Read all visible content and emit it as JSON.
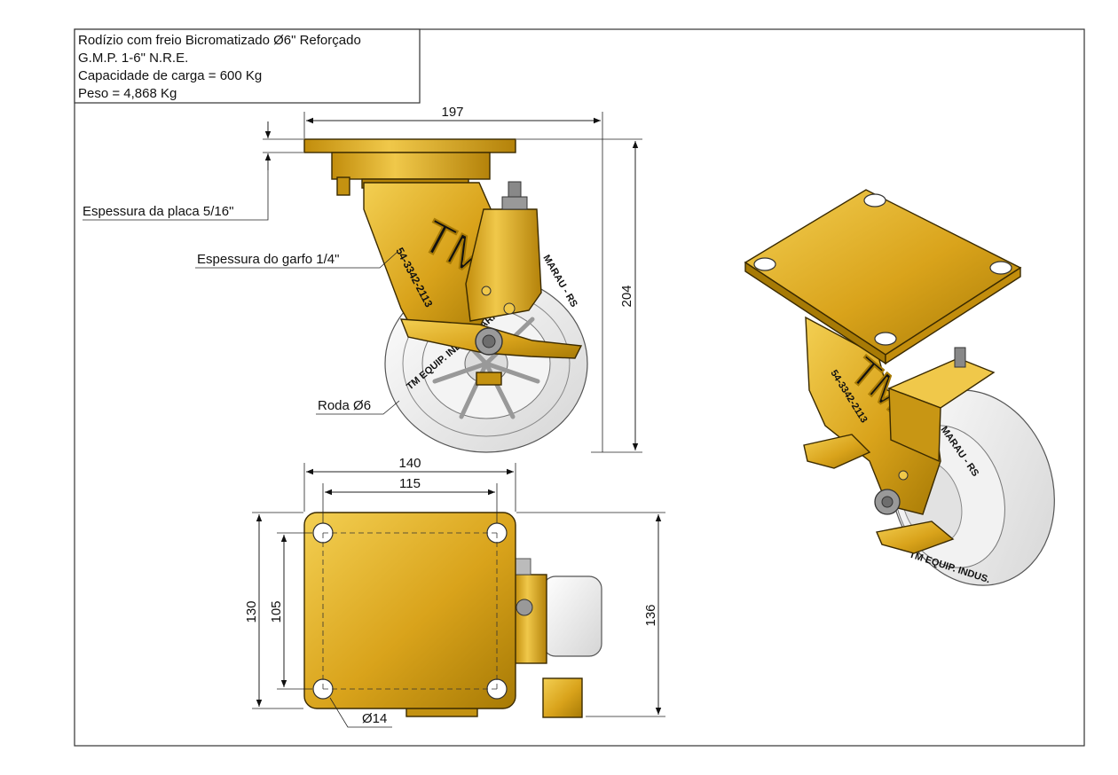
{
  "title_block": {
    "line1": "Rodízio com freio Bicromatizado Ø6\" Reforçado",
    "line2": "G.M.P. 1-6\" N.R.E.",
    "line3": "Capacidade de carga = 600 Kg",
    "line4": "Peso = 4,868 Kg"
  },
  "side_view": {
    "dim_width": "197",
    "dim_height": "204",
    "label_plate": "Espessura da placa 5/16\"",
    "label_fork": "Espessura do garfo 1/4\"",
    "label_wheel": "Roda Ø6",
    "logo_text": "TM",
    "tire_text_top": "MARAU - RS",
    "tire_text_bottom": "TM EQUIP. INDUS. MARAU - RS",
    "fork_text": "54-3342-2113"
  },
  "top_view": {
    "dim_width_outer": "140",
    "dim_width_inner": "115",
    "dim_height_outer": "130",
    "dim_height_inner": "105",
    "dim_total_height": "136",
    "dim_hole": "Ø14"
  },
  "iso_view": {
    "tire_text": "MARAU - RS",
    "tire_text_bottom": "TM EQUIP. INDUS.",
    "fork_text": "54-3342-2113",
    "logo_text": "TM"
  },
  "colors": {
    "gold": "#e0a91c",
    "gold_dark": "#a77a05",
    "gold_light": "#f5d055",
    "tire": "#ececec",
    "frame": "#333333"
  }
}
